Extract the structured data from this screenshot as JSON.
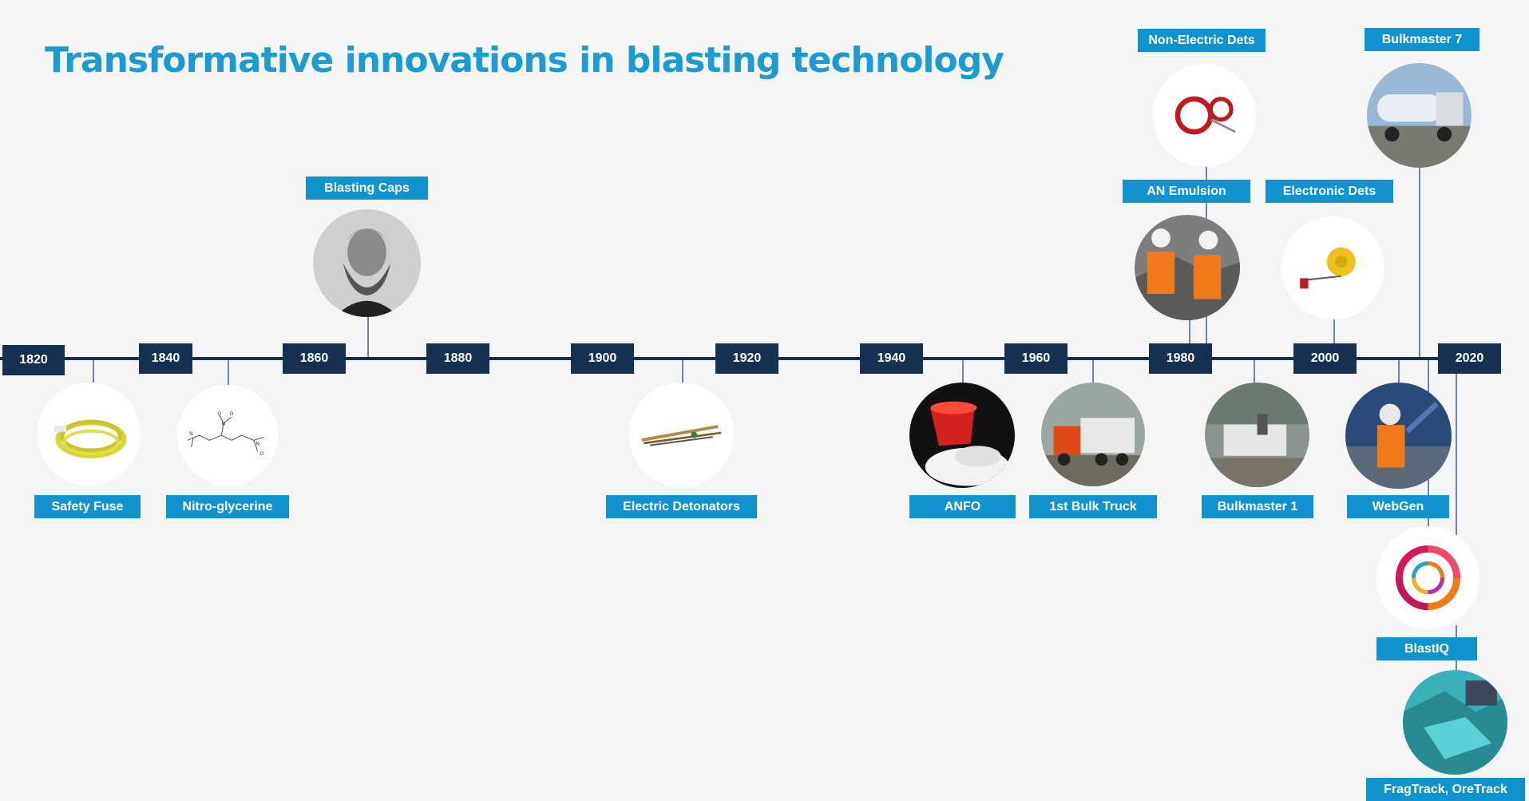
{
  "title": "Transformative innovations in blasting technology",
  "timeline": {
    "years": [
      "1820",
      "1840",
      "1860",
      "1880",
      "1900",
      "1920",
      "1940",
      "1960",
      "1980",
      "2000",
      "2020"
    ]
  },
  "innovations": {
    "safety_fuse": "Safety Fuse",
    "nitroglycerine": "Nitro-glycerine",
    "blasting_caps": "Blasting Caps",
    "electric_detonators": "Electric Detonators",
    "anfo": "ANFO",
    "first_bulk_truck": "1st Bulk Truck",
    "an_emulsion": "AN Emulsion",
    "non_electric_dets": "Non-Electric Dets",
    "bulkmaster_1": "Bulkmaster 1",
    "electronic_dets": "Electronic Dets",
    "bulkmaster_7": "Bulkmaster 7",
    "webgen": "WebGen",
    "blastiq": "BlastIQ",
    "fragtrack": "FragTrack, OreTrack"
  },
  "colors": {
    "title": "#1a9bd1",
    "year_box": "#17304f",
    "label_box": "#1193cf",
    "connector": "#6f84a6",
    "background": "#f5f5f5"
  }
}
